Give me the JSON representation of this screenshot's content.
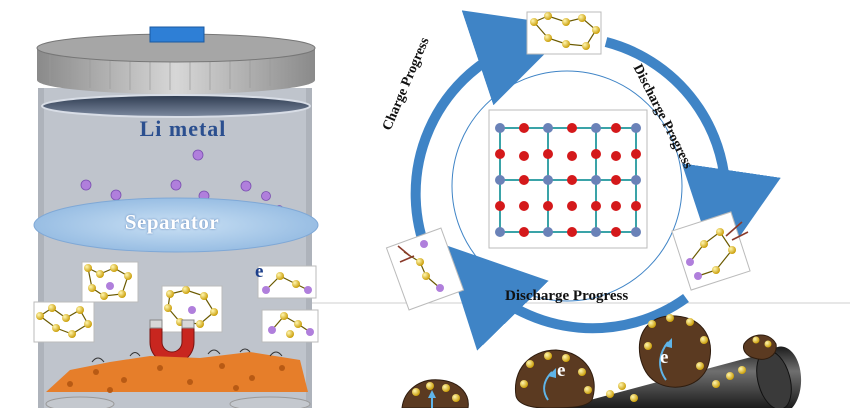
{
  "labels": {
    "li_metal": "Li metal",
    "separator": "Separator",
    "electron_left": "e",
    "charge_progress": "Charge Progress",
    "discharge_progress_right": "Discharge Progress",
    "discharge_progress_bottom": "Discharge Progress",
    "electron_mid": "e",
    "electron_right": "e"
  },
  "colors": {
    "cell_body": "#bfc4cc",
    "li_disk": "#3e4d63",
    "separator": "#a9cbe9",
    "lithium_ion": "#b07fdc",
    "sulfur_atom": "#f0d22e",
    "cycle_arrow": "#3f84c6",
    "lattice_red": "#d4191b",
    "lattice_blue": "#6a82b8",
    "host_orange": "#e67e2a",
    "carbon_particle": "#5b3a21",
    "nanotube": "#2b2b2b",
    "magnet_red": "#c8261f"
  },
  "icons": [
    "magnet-icon",
    "electron-flow-arrow-icon"
  ]
}
